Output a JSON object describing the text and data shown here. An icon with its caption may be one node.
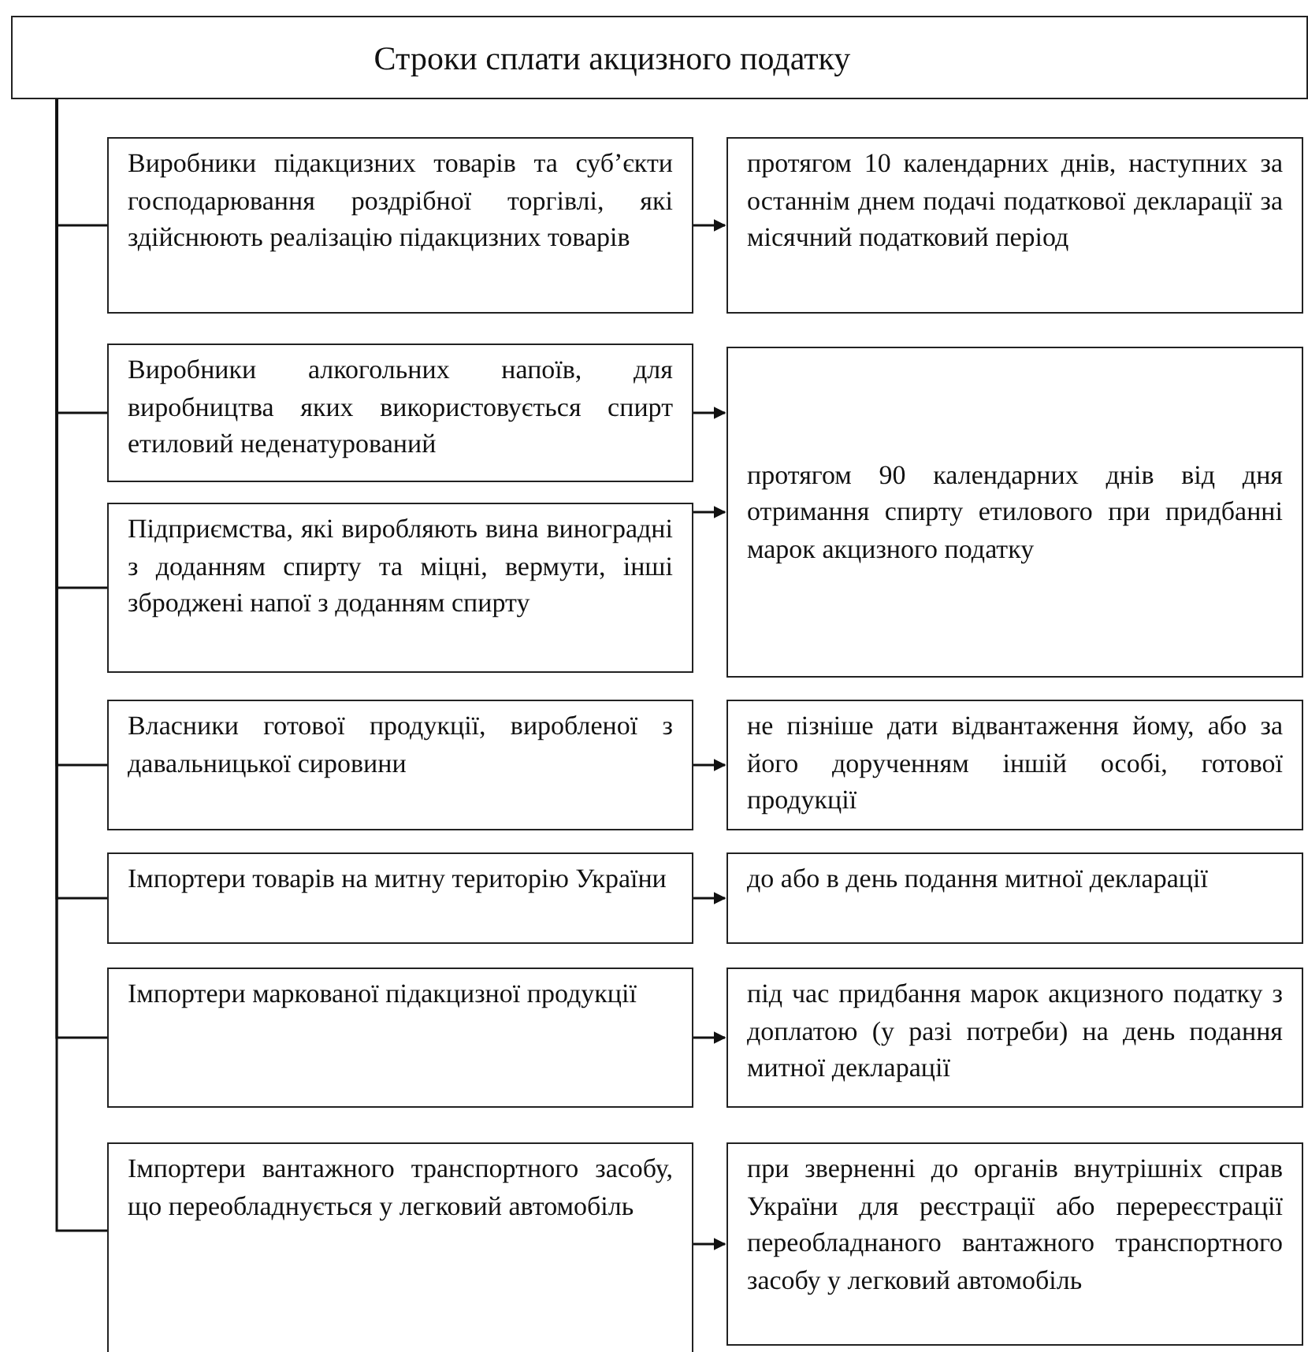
{
  "diagram": {
    "nodes": [
      {
        "text": [
          "Строки сплати акцизного податку"
        ]
      },
      {
        "text": [
          "Виробники підакцизних товарів та суб’єкти господарювання роздрібної торгівлі, які здійснюють реалізацію підакцизних товарів"
        ]
      },
      {
        "text": [
          "протягом 10 календарних днів, наступних за останнім днем подачі податкової декларації за місячний податковий період"
        ]
      },
      {
        "text": [
          "Виробники алкогольних напоїв, для виробництва яких використовується спирт етиловий неденатурований"
        ]
      },
      {
        "text": [
          "Підприємства, які виробляють вина виноградні з доданням спирту та міцні, вермути, інші зброджені напої з доданням спирту"
        ]
      },
      {
        "text": [
          "протягом 90 календарних днів від дня отримання спирту етилового при придбанні марок акцизного податку"
        ]
      },
      {
        "text": [
          "Власники готової продукції, виробленої з давальницької сировини"
        ]
      },
      {
        "text": [
          "не пізніше дати відвантаження йому, або за його дорученням іншій особі, готової продукції"
        ]
      },
      {
        "text": [
          "Імпортери товарів на митну територію України"
        ]
      },
      {
        "text": [
          "до або в день подання митної декларації"
        ]
      },
      {
        "text": [
          "Імпортери маркованої підакцизної продукції"
        ]
      },
      {
        "text": [
          "під час придбання марок акцизного податку з доплатою (у разі потреби) на день подання митної декларації"
        ]
      },
      {
        "text": [
          "Імпортери вантажного транспортного засобу, що переобладнується у легковий автомобіль"
        ]
      },
      {
        "text": [
          "при зверненні до органів внутрішніх справ України для реєстрації або перереєстрації переобладнаного вантажного транспортного засобу у легковий автомобіль"
        ]
      }
    ],
    "edges": [
      {
        "from": 0,
        "to": 1,
        "arrow": "none"
      },
      {
        "from": 0,
        "to": 3,
        "arrow": "none"
      },
      {
        "from": 0,
        "to": 4,
        "arrow": "none"
      },
      {
        "from": 0,
        "to": 6,
        "arrow": "none"
      },
      {
        "from": 0,
        "to": 8,
        "arrow": "none"
      },
      {
        "from": 0,
        "to": 10,
        "arrow": "none"
      },
      {
        "from": 0,
        "to": 12,
        "arrow": "none"
      },
      {
        "from": 1,
        "to": 2,
        "arrow": "to"
      },
      {
        "from": 3,
        "to": 5,
        "arrow": "to"
      },
      {
        "from": 4,
        "to": 5,
        "arrow": "to"
      },
      {
        "from": 6,
        "to": 7,
        "arrow": "to"
      },
      {
        "from": 8,
        "to": 9,
        "arrow": "to"
      },
      {
        "from": 10,
        "to": 11,
        "arrow": "to"
      },
      {
        "from": 12,
        "to": 13,
        "arrow": "to"
      }
    ]
  }
}
